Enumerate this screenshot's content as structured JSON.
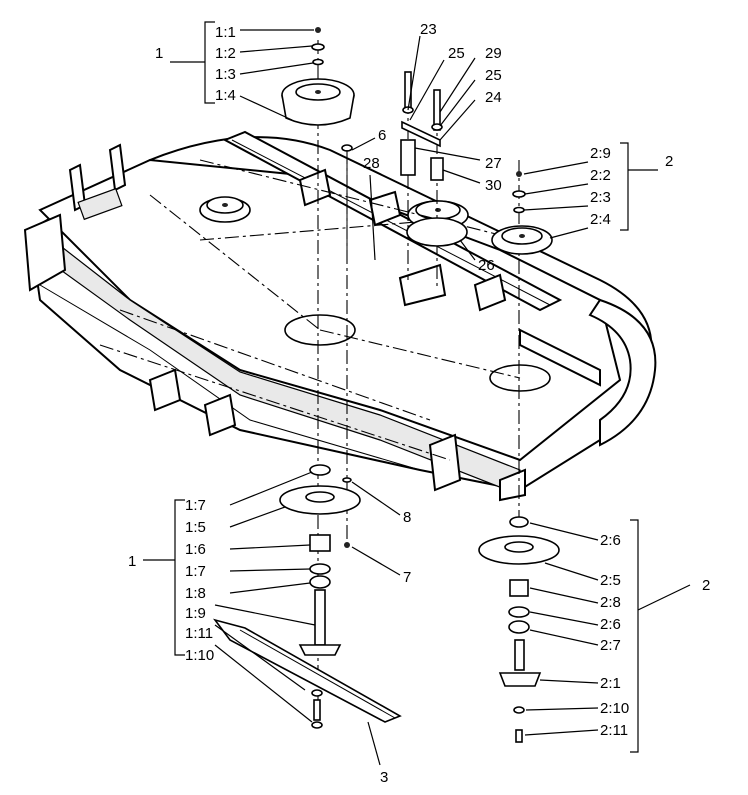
{
  "labels": {
    "l1_1": "1:1",
    "l1_2": "1:2",
    "l1_3": "1:3",
    "l1_4": "1:4",
    "g1_top": "1",
    "l23": "23",
    "l25a": "25",
    "l29": "29",
    "l25b": "25",
    "l24": "24",
    "l6": "6",
    "l27": "27",
    "l28": "28",
    "l30": "30",
    "l26": "26",
    "l2_9": "2:9",
    "l2_2": "2:2",
    "l2_3": "2:3",
    "l2_4": "2:4",
    "g2_top": "2",
    "l1_7a": "1:7",
    "l1_5": "1:5",
    "l1_6": "1:6",
    "l1_7b": "1:7",
    "l1_8": "1:8",
    "l1_9": "1:9",
    "l1_11": "1:11",
    "l1_10": "1:10",
    "g1_bot": "1",
    "l8": "8",
    "l7": "7",
    "l3": "3",
    "l2_6a": "2:6",
    "l2_5": "2:5",
    "l2_8": "2:8",
    "l2_6b": "2:6",
    "l2_7": "2:7",
    "l2_1": "2:1",
    "l2_10": "2:10",
    "l2_11": "2:11",
    "g2_bot": "2"
  }
}
